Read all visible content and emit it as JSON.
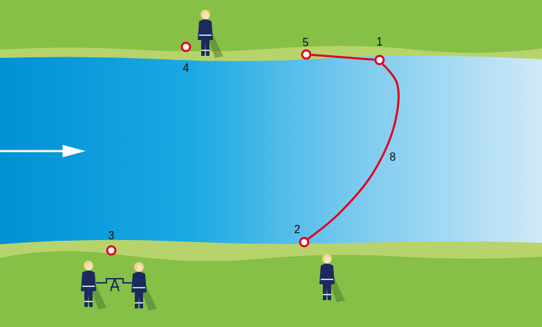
{
  "diagram": {
    "nodes": [
      {
        "text": [
          "5"
        ]
      },
      {
        "text": [
          "1"
        ]
      },
      {
        "text": [
          "4"
        ]
      },
      {
        "text": [
          "2"
        ]
      },
      {
        "text": [
          "3"
        ]
      }
    ],
    "edges": [
      {
        "from": 0,
        "to": 1,
        "arrow": "none"
      },
      {
        "from": 1,
        "to": 3,
        "arrow": "none",
        "label": "8"
      }
    ]
  }
}
